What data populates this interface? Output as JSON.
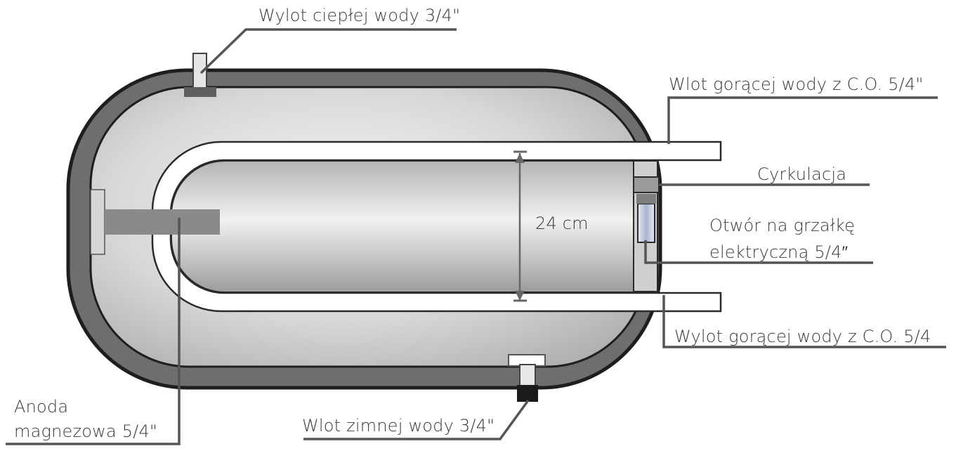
{
  "labels": {
    "hot_water_outlet": "Wylot ciepłej wody 3/4\"",
    "hot_water_inlet_co": "Wlot gorącej wody z C.O. 5/4\"",
    "circulation": "Cyrkulacja",
    "heater_opening_line1": "Otwór na grzałkę",
    "heater_opening_line2": "elektryczną 5/4″",
    "coil_dimension": "24 cm",
    "hot_water_outlet_co": "Wylot gorącej wody z C.O. 5/4",
    "cold_water_inlet": "Wlot zimnej wody 3/4\"",
    "anode_line1": "Anoda",
    "anode_line2": "magnezowa 5/4\""
  },
  "colors": {
    "tank_shell": "#6e6e6e",
    "tank_outline": "#1e1e1e",
    "tank_interior": "#d2d2d2",
    "coil": "#ffffff",
    "leader_lines": "#555555",
    "anode": "#8a8a8a",
    "heater_flange": "#b8c0d8"
  }
}
